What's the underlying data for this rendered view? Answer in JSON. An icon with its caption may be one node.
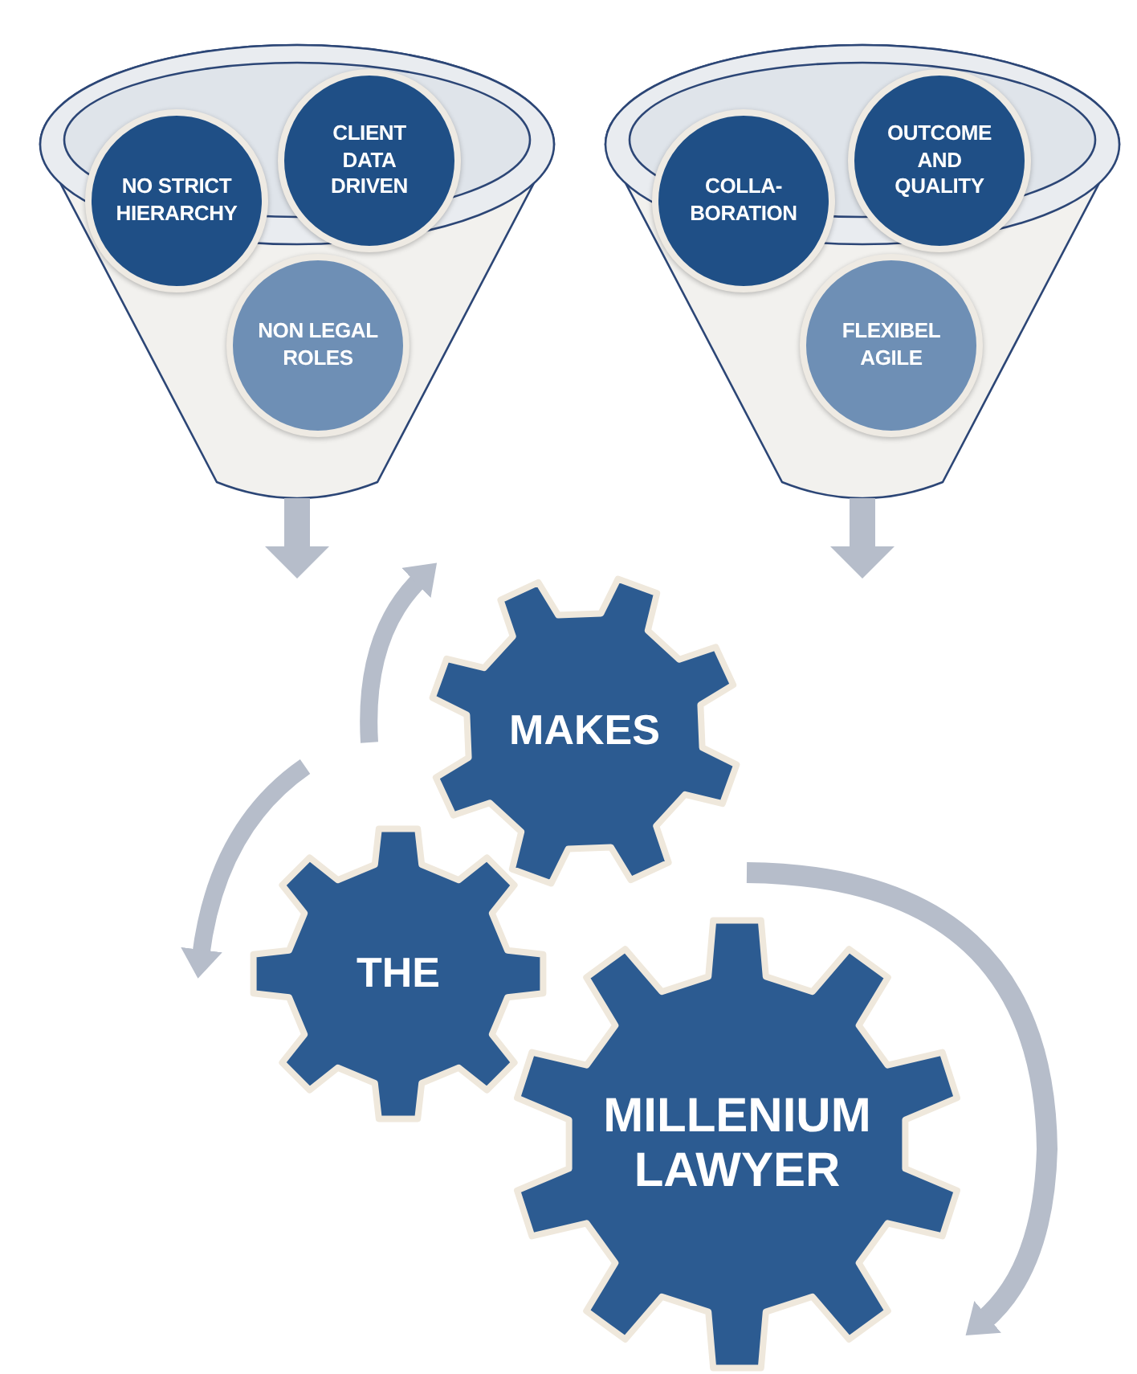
{
  "diagram": {
    "nodes": [
      {
        "text": [],
        "shape": "funnel"
      },
      {
        "text": [
          "NO STRICT HIERARCHY"
        ],
        "in": 0
      },
      {
        "text": [
          "CLIENT DATA DRIVEN"
        ],
        "in": 0
      },
      {
        "text": [
          "NON LEGAL ROLES"
        ],
        "in": 0
      },
      {
        "text": [],
        "shape": "funnel"
      },
      {
        "text": [
          "COLLA- BORATION"
        ],
        "in": 4
      },
      {
        "text": [
          "OUTCOME AND QUALITY"
        ],
        "in": 4
      },
      {
        "text": [
          "FLEXIBEL AGILE"
        ],
        "in": 4
      },
      {
        "text": [
          "MAKES"
        ]
      },
      {
        "text": [
          "THE"
        ]
      },
      {
        "text": [
          "MILLENIUM LAWYER"
        ]
      }
    ],
    "edges": [
      {
        "from": 0,
        "to": null,
        "arrow": "to"
      },
      {
        "from": 4,
        "to": null,
        "arrow": "to"
      }
    ]
  }
}
